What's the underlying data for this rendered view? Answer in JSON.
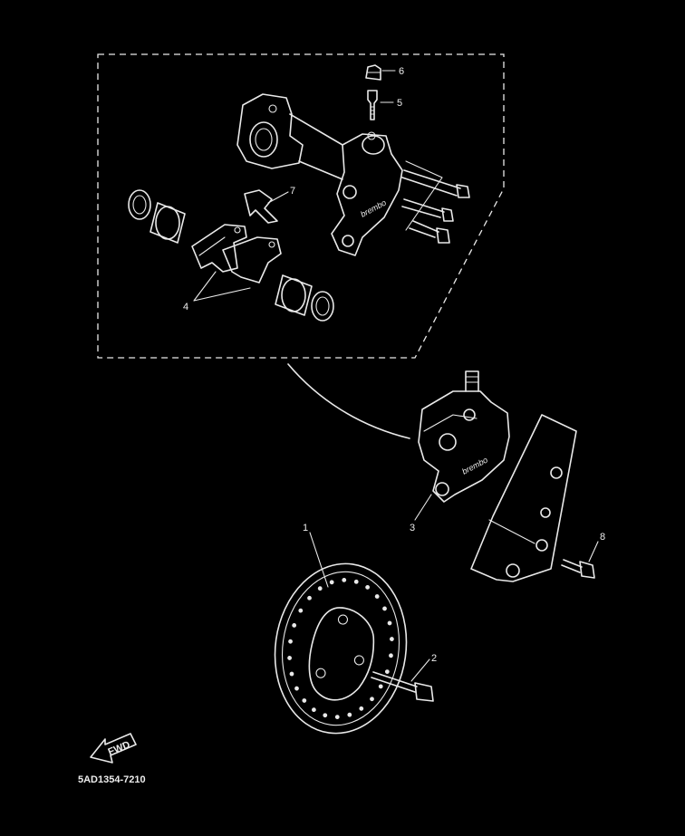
{
  "diagram": {
    "callouts": {
      "c1": "1",
      "c2": "2",
      "c3": "3",
      "c4": "4",
      "c5": "5",
      "c6": "6",
      "c7": "7",
      "c8": "8"
    },
    "caliper_brand_upper": "brembo",
    "caliper_brand_lower": "brembo",
    "fwd_label": "FWD",
    "part_code": "5AD1354-7210"
  },
  "colors": {
    "background": "#000000",
    "line": "#e9e9e9"
  }
}
